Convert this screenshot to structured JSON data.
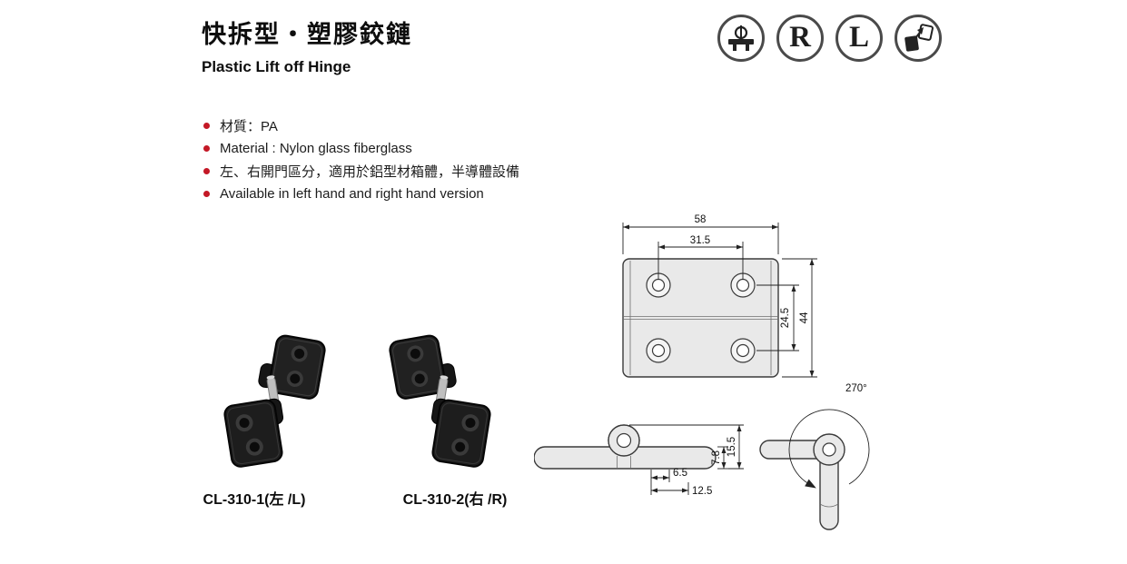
{
  "page": {
    "title_zh": "快拆型・塑膠鉸鏈",
    "title_en": "Plastic Lift off Hinge"
  },
  "badges": {
    "hinge_icon": "hinge-section-icon",
    "r": "R",
    "l": "L",
    "lift_icon": "lift-off-icon"
  },
  "specs": {
    "items": [
      "材質：PA",
      "Material : Nylon glass fiberglass",
      "左、右開門區分，適用於鋁型材箱體，半導體設備",
      "Available in left hand and right hand version"
    ]
  },
  "products": {
    "left": {
      "caption": "CL-310-1(左 /L)"
    },
    "right": {
      "caption": "CL-310-2(右 /R)"
    }
  },
  "drawings": {
    "front": {
      "width": "58",
      "hole_pitch": "31.5",
      "hole_pitch_v": "24.5",
      "height": "44"
    },
    "side": {
      "thickness": "7.8",
      "height": "15.5",
      "offset_a": "6.5",
      "offset_b": "12.5"
    },
    "rotation": {
      "angle": "270°"
    }
  },
  "colors": {
    "bullet_red": "#c41826",
    "drawing_line": "#3a3a3a",
    "part_fill": "#e9e9e9"
  }
}
